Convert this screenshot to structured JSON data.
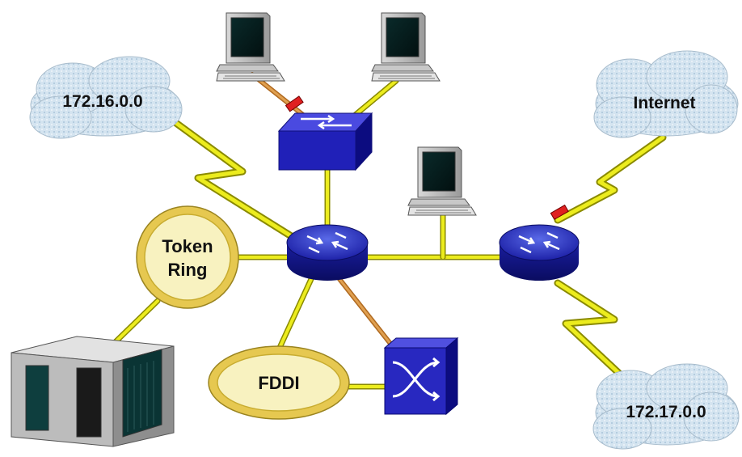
{
  "networks": {
    "net_a": "172.16.0.0",
    "net_b": "172.17.0.0",
    "internet": "Internet"
  },
  "rings": {
    "token_ring_line1": "Token",
    "token_ring_line2": "Ring",
    "fddi": "FDDI"
  },
  "colors": {
    "link": "#ecec1e",
    "link_edge": "#8a8a00",
    "ethernet": "#e0a050",
    "device_blue": "#2a2ad0",
    "cloud": "#c8dcea",
    "ring_fill": "#f6f0b0",
    "ring_edge": "#e6c850"
  },
  "icons": [
    "cloud-icon",
    "router-icon",
    "switch-icon",
    "hub-icon",
    "computer-icon",
    "server-icon",
    "token-ring-icon",
    "fddi-ring-icon",
    "serial-link-icon"
  ]
}
